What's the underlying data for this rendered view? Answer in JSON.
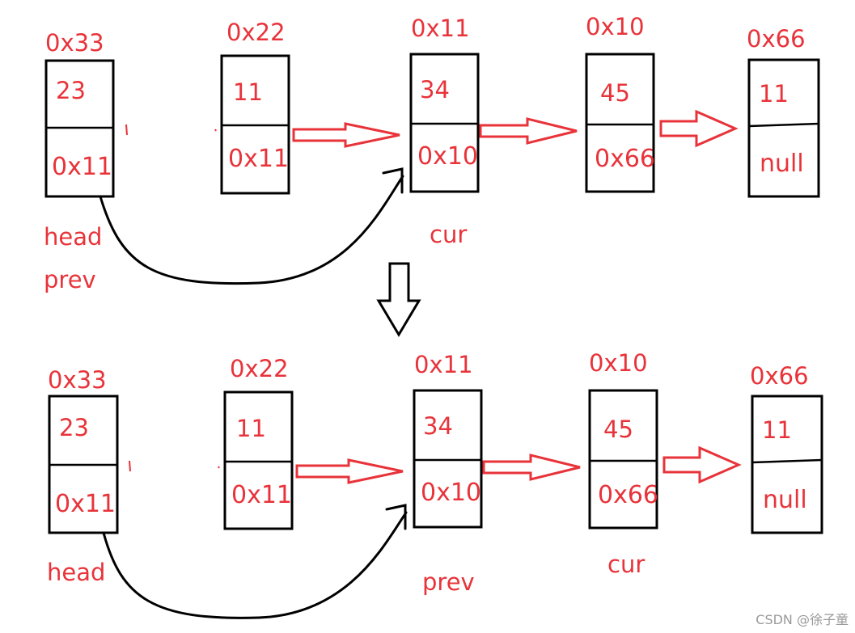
{
  "diagrams": [
    {
      "nodes": [
        {
          "address": "0x33",
          "value": "23",
          "next": "0x11"
        },
        {
          "address": "0x22",
          "value": "11",
          "next": "0x11"
        },
        {
          "address": "0x11",
          "value": "34",
          "next": "0x10"
        },
        {
          "address": "0x10",
          "value": "45",
          "next": "0x66"
        },
        {
          "address": "0x66",
          "value": "11",
          "next": "null"
        }
      ],
      "labels": [
        "head",
        "prev",
        "cur"
      ]
    },
    {
      "nodes": [
        {
          "address": "0x33",
          "value": "23",
          "next": "0x11"
        },
        {
          "address": "0x22",
          "value": "11",
          "next": "0x11"
        },
        {
          "address": "0x11",
          "value": "34",
          "next": "0x10"
        },
        {
          "address": "0x10",
          "value": "45",
          "next": "0x66"
        },
        {
          "address": "0x66",
          "value": "11",
          "next": "null"
        }
      ],
      "labels": [
        "head",
        "prev",
        "cur"
      ]
    }
  ],
  "watermark": "CSDN @徐子童"
}
